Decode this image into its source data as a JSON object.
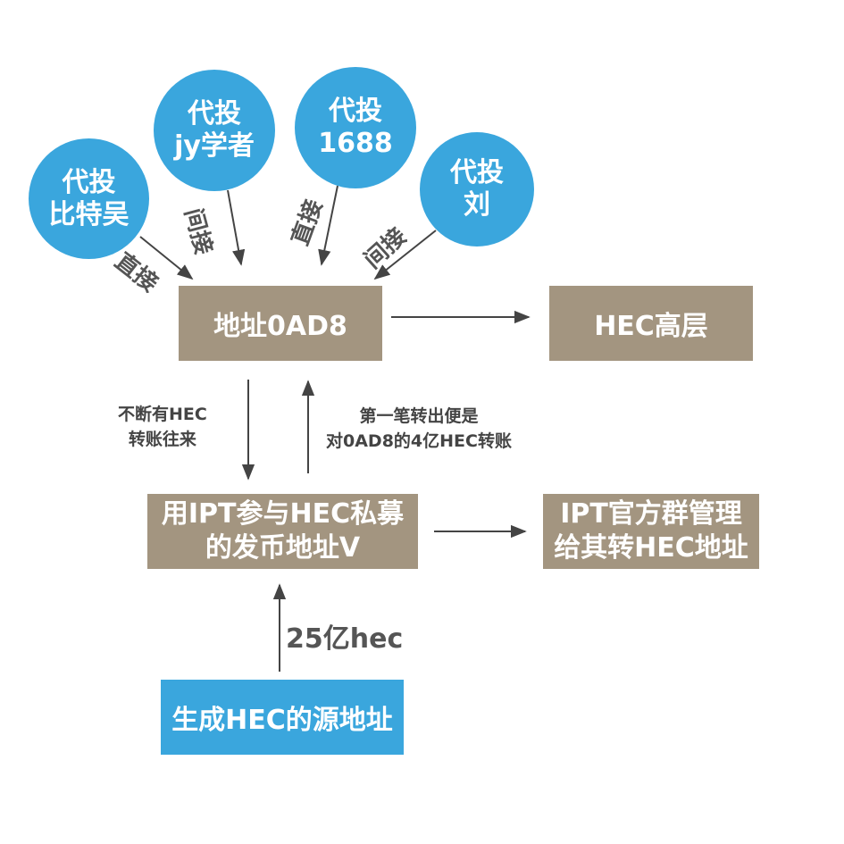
{
  "circles": [
    {
      "line1": "代投",
      "line2": "比特吴"
    },
    {
      "line1": "代投",
      "line2": "jy学者"
    },
    {
      "line1": "代投",
      "line2": "1688"
    },
    {
      "line1": "代投",
      "line2": "刘"
    }
  ],
  "edge_labels": {
    "a": "直接",
    "b": "间接",
    "c": "直接",
    "d": "间接"
  },
  "boxes": {
    "address_0ad8": "地址0AD8",
    "hec_high": "HEC高层",
    "ipt_line1": "用IPT参与HEC私募",
    "ipt_line2": "的发币地址V",
    "official_line1": "IPT官方群管理",
    "official_line2": "给其转HEC地址",
    "source": "生成HEC的源地址"
  },
  "flow_labels": {
    "left_line1": "不断有HEC",
    "left_line2": "转账往来",
    "right_line1": "第一笔转出便是",
    "right_line2": "对0AD8的4亿HEC转账",
    "amount": "25亿hec"
  },
  "colors": {
    "circle": "#3aa6dd",
    "box_tan": "#a39580",
    "box_blue": "#3aa6dd",
    "arrow": "#444444"
  }
}
